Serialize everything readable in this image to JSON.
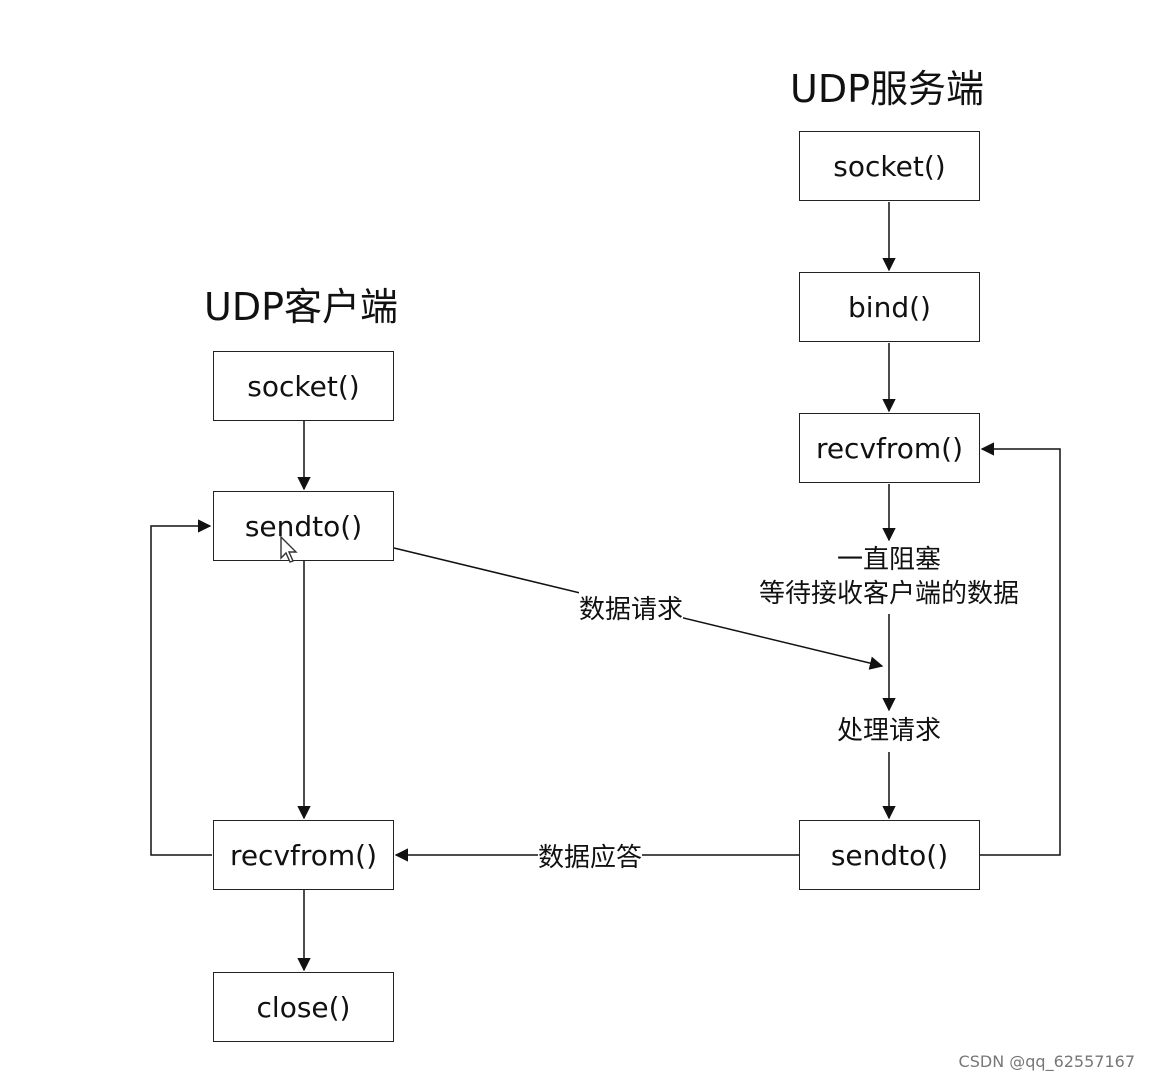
{
  "client": {
    "title": "UDP客户端",
    "socket": "socket()",
    "sendto": "sendto()",
    "recvfrom": "recvfrom()",
    "close": "close()"
  },
  "server": {
    "title": "UDP服务端",
    "socket": "socket()",
    "bind": "bind()",
    "recvfrom": "recvfrom()",
    "block_note_line1": "一直阻塞",
    "block_note_line2": "等待接收客户端的数据",
    "process": "处理请求",
    "sendto": "sendto()"
  },
  "edges": {
    "request": "数据请求",
    "response": "数据应答"
  },
  "watermark": "CSDN @qq_62557167",
  "icons": {
    "cursor": "mouse-pointer-icon"
  }
}
